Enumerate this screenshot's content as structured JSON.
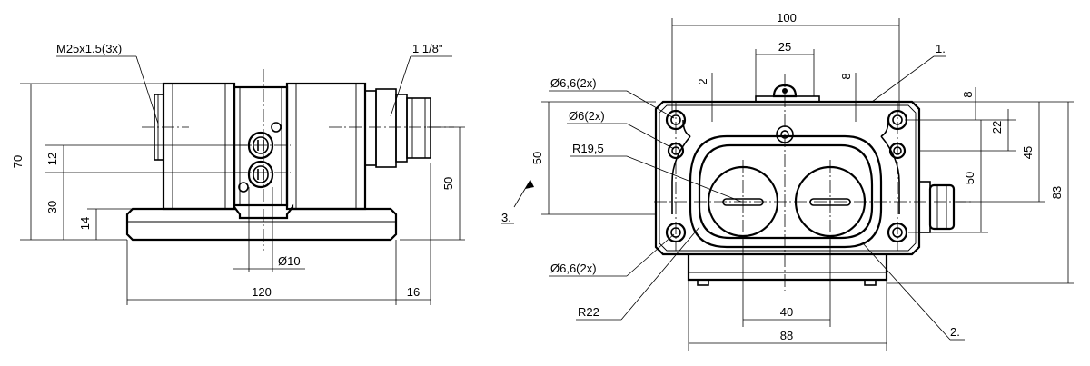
{
  "side_view": {
    "thread_label": "M25x1.5(3x)",
    "pipe_label": "1 1/8\"",
    "dim_70": "70",
    "dim_12": "12",
    "dim_30": "30",
    "dim_14": "14",
    "dim_50": "50",
    "dim_phi10": "Ø10",
    "dim_120": "120",
    "dim_16": "16"
  },
  "front_view": {
    "dim_100": "100",
    "dim_25": "25",
    "dim_2": "2",
    "dim_8_top": "8",
    "dim_8_right": "8",
    "hole_66_top": "Ø6,6(2x)",
    "hole_6": "Ø6(2x)",
    "radius_195": "R19,5",
    "dim_50_left": "50",
    "callout_3": "3.",
    "hole_66_bottom": "Ø6,6(2x)",
    "radius_22": "R22",
    "callout_1": "1.",
    "dim_22": "22",
    "dim_45": "45",
    "dim_50_right": "50",
    "dim_83": "83",
    "callout_2": "2.",
    "dim_40": "40",
    "dim_88": "88"
  }
}
